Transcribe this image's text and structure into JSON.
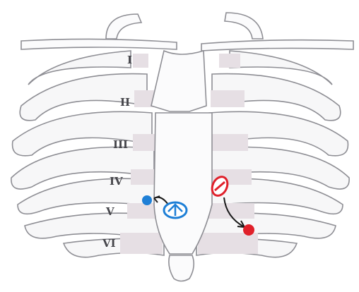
{
  "diagram": {
    "labels": {
      "rib_1": "I",
      "rib_2": "II",
      "rib_3": "III",
      "rib_4": "IV",
      "rib_5": "V",
      "rib_6": "VI"
    },
    "markers": {
      "blue": {
        "color": "#1e7fd6",
        "symbol": "valve-circle-icon"
      },
      "red": {
        "color": "#e0202a",
        "symbol": "valve-circle-icon"
      }
    },
    "colors": {
      "bone_fill": "#f7f7f8",
      "outline": "#8e8e94",
      "cartilage": "#e6dfe4",
      "arrow": "#1a1a1a"
    }
  }
}
